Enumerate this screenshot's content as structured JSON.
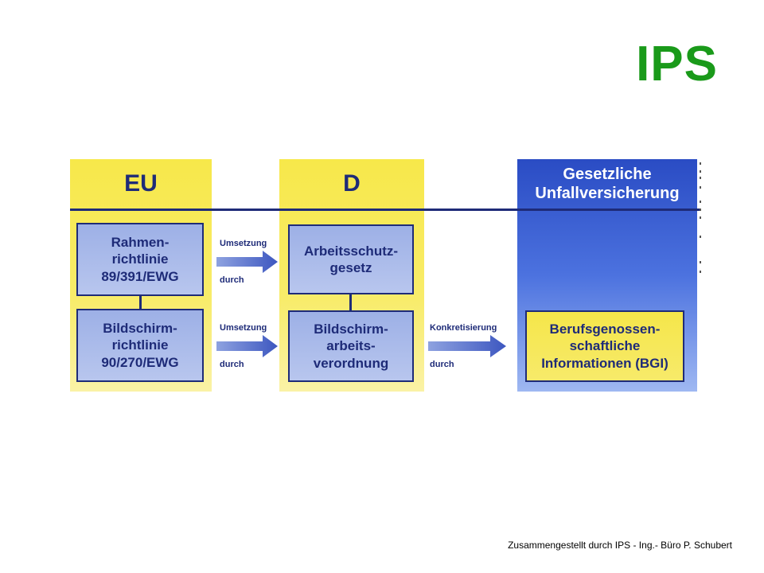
{
  "logo": "IPS",
  "columns": {
    "eu": "EU",
    "d": "D",
    "gu": "Gesetzliche\nUnfallversicherung"
  },
  "boxes": {
    "rahmen": "Rahmen-\nrichtlinie\n89/391/EWG",
    "bildschirm_rl": "Bildschirm-\nrichtlinie\n90/270/EWG",
    "arbeitsschutz": "Arbeitsschutz-\ngesetz",
    "bildschirm_vo": "Bildschirm-\narbeits-\nverordnung",
    "bgi": "Berufsgenossen-\nschaftliche\nInformationen (BGI)"
  },
  "arrows": {
    "a1_top": "Umsetzung",
    "a1_bottom": "durch",
    "a2_top": "Umsetzung",
    "a2_bottom": "durch",
    "a3_top": "Konkretisierung",
    "a3_bottom": "durch"
  },
  "footer": "Zusammengestellt durch IPS - Ing.- Büro P. Schubert",
  "colors": {
    "accent_green": "#1a9a1a",
    "navy": "#1e2b78",
    "yellow": "#f7e84a",
    "blue": "#2a4cc4"
  }
}
